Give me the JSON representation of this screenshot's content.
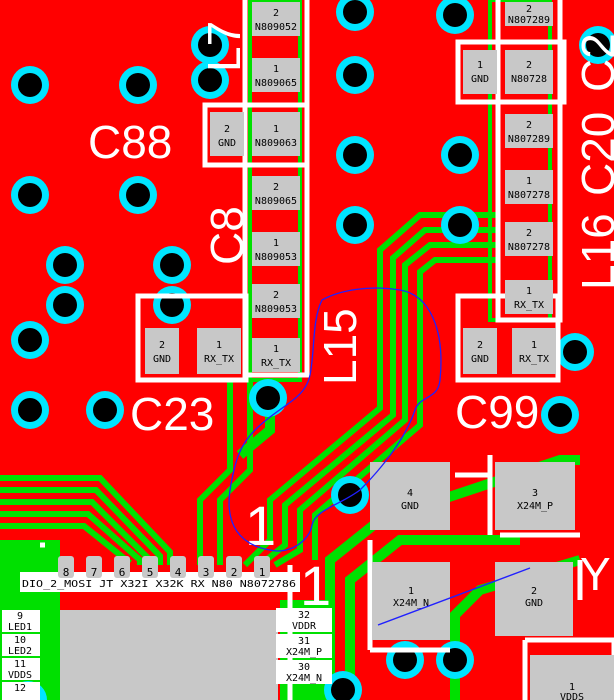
{
  "board": {
    "colors": {
      "copper": "#ff0000",
      "trace": "#00e000",
      "via_ring": "#00e5ff",
      "via_hole": "#000000",
      "pad": "#c8c8c8",
      "silk": "#ffffff",
      "rats": "#2020ff"
    }
  },
  "silkscreen": {
    "C88": "C88",
    "C23": "C23",
    "C99": "C99",
    "L7": "L7",
    "C8x": "C8",
    "L15": "L15",
    "L16": "L16",
    "C20": "C20",
    "C2": "C2",
    "one_a": "1",
    "one_b": "1",
    "Y": "Y"
  },
  "pads": {
    "p1": {
      "num": "2",
      "net": "N809052"
    },
    "p2": {
      "num": "1",
      "net": "N809065"
    },
    "p3": {
      "num": "2",
      "net": "GND"
    },
    "p4": {
      "num": "1",
      "net": "N809063"
    },
    "p5": {
      "num": "2",
      "net": "N809065"
    },
    "p6": {
      "num": "1",
      "net": "N809053"
    },
    "p7": {
      "num": "2",
      "net": "N809053"
    },
    "p8": {
      "num": "1",
      "net": "RX_TX"
    },
    "p9": {
      "num": "2",
      "net": "GND"
    },
    "p10": {
      "num": "1",
      "net": "RX_TX"
    },
    "p11": {
      "num": "2",
      "net": "N807289"
    },
    "p12": {
      "num": "1",
      "net": "GND"
    },
    "p13": {
      "num": "2",
      "net": "N80728"
    },
    "p14": {
      "num": "2",
      "net": "N807289"
    },
    "p15": {
      "num": "1",
      "net": "N807278"
    },
    "p16": {
      "num": "2",
      "net": "N807278"
    },
    "p17": {
      "num": "1",
      "net": "RX_TX"
    },
    "p18": {
      "num": "2",
      "net": "GND"
    },
    "p19": {
      "num": "1",
      "net": "RX_TX"
    },
    "x4": {
      "num": "4",
      "net": "GND"
    },
    "x3": {
      "num": "3",
      "net": "X24M_P"
    },
    "x1": {
      "num": "1",
      "net": "X24M_N"
    },
    "x2": {
      "num": "2",
      "net": "GND"
    },
    "b1": {
      "num": "1",
      "net": "VDDS"
    }
  },
  "ic": {
    "pins_top": [
      "8",
      "7",
      "6",
      "5",
      "4",
      "3",
      "2",
      "1"
    ],
    "top_net_text": "DIO_2_MOSI JT X32I X32K RX N80 N8072786",
    "left": [
      {
        "num": "9",
        "net": "LED1"
      },
      {
        "num": "10",
        "net": "LED2"
      },
      {
        "num": "11",
        "net": "VDDS"
      },
      {
        "num": "12",
        "net": ""
      }
    ],
    "right": [
      {
        "num": "32",
        "net": "VDDR"
      },
      {
        "num": "31",
        "net": "X24M_P"
      },
      {
        "num": "30",
        "net": "X24M_N"
      }
    ]
  }
}
